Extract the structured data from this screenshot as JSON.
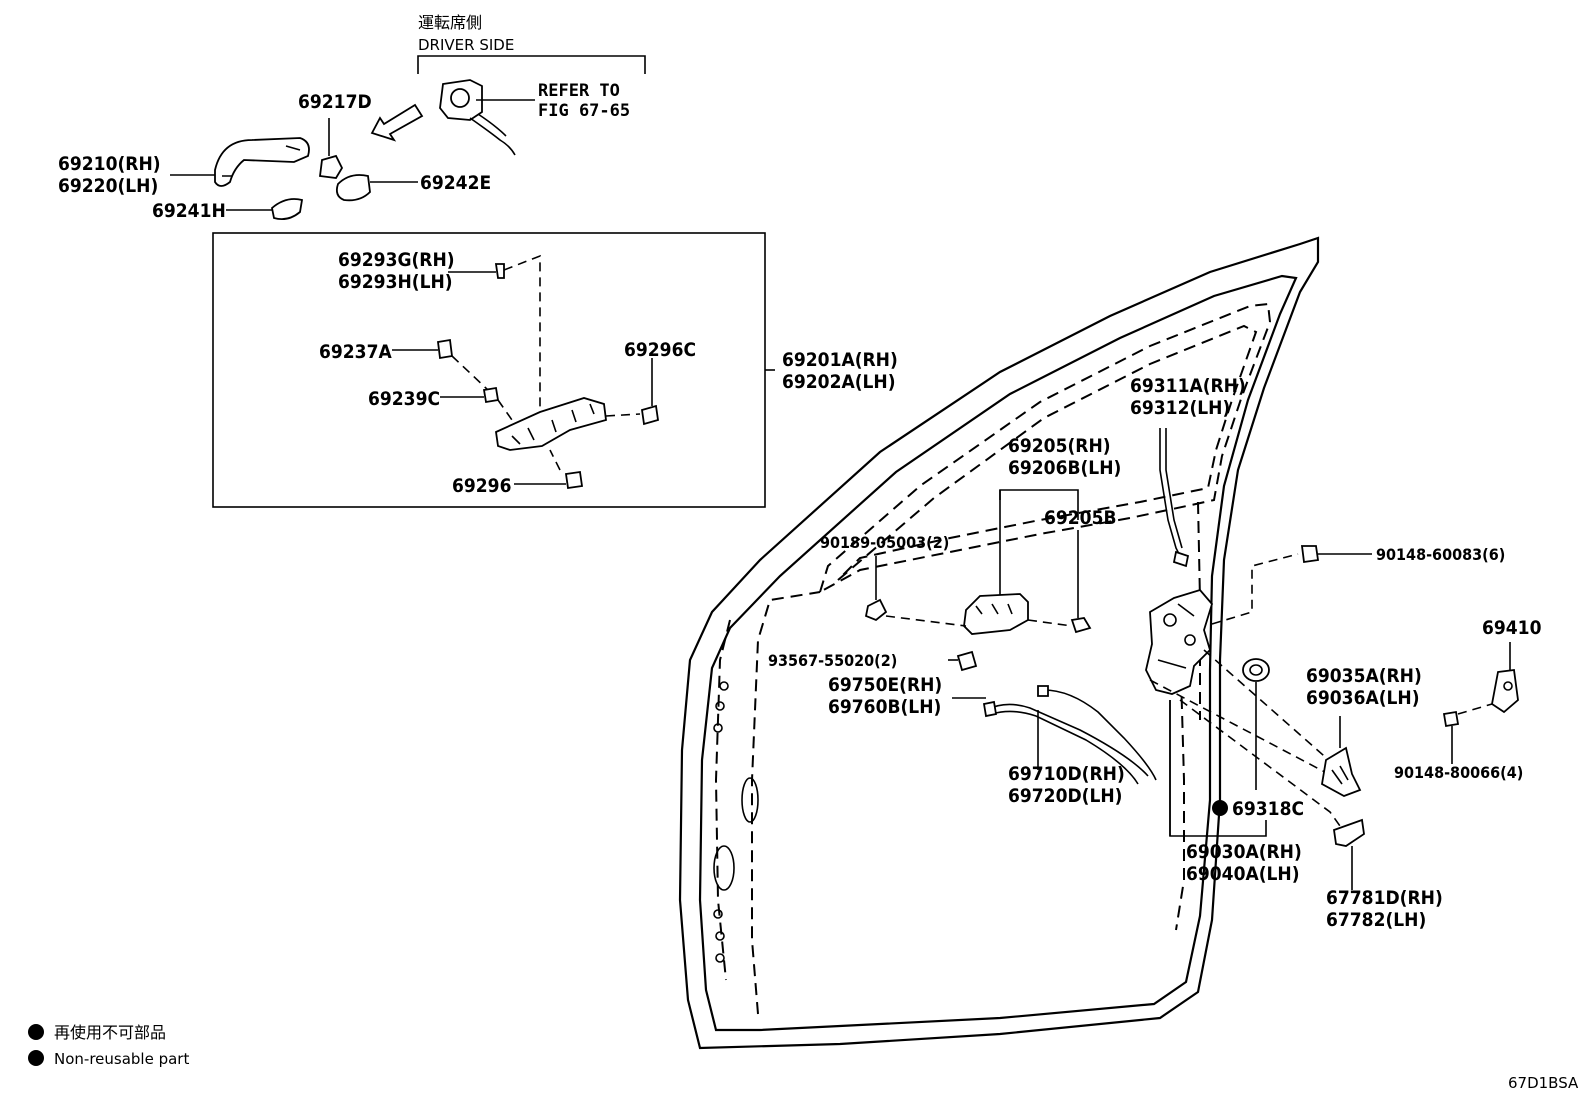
{
  "header": {
    "jp_side": "運転席側",
    "driver_side": "DRIVER SIDE",
    "refer_to": "REFER TO",
    "fig_ref": "FIG 67-65"
  },
  "parts": {
    "p69217D": "69217D",
    "p69210": "69210(RH)",
    "p69220": "69220(LH)",
    "p69242E": "69242E",
    "p69241H": "69241H",
    "p69293G": "69293G(RH)",
    "p69293H": "69293H(LH)",
    "p69237A": "69237A",
    "p69296C": "69296C",
    "p69239C": "69239C",
    "p69296": "69296",
    "p69201A": "69201A(RH)",
    "p69202A": "69202A(LH)",
    "p69311A": "69311A(RH)",
    "p69312": "69312(LH)",
    "p69205": "69205(RH)",
    "p69206B": "69206B(LH)",
    "p69205B": "69205B",
    "p90189": "90189-05003(2)",
    "p90148_60083": "90148-60083(6)",
    "p69410": "69410",
    "p93567": "93567-55020(2)",
    "p69750E": "69750E(RH)",
    "p69760B": "69760B(LH)",
    "p69035A": "69035A(RH)",
    "p69036A": "69036A(LH)",
    "p90148_80066": "90148-80066(4)",
    "p69710D": "69710D(RH)",
    "p69720D": "69720D(LH)",
    "p69318C": "69318C",
    "p69030A": "69030A(RH)",
    "p69040A": "69040A(LH)",
    "p67781D": "67781D(RH)",
    "p67782": "67782(LH)"
  },
  "legend": {
    "jp": "再使用不可部品",
    "en": "Non-reusable part"
  },
  "figure_code": "67D1BSA"
}
